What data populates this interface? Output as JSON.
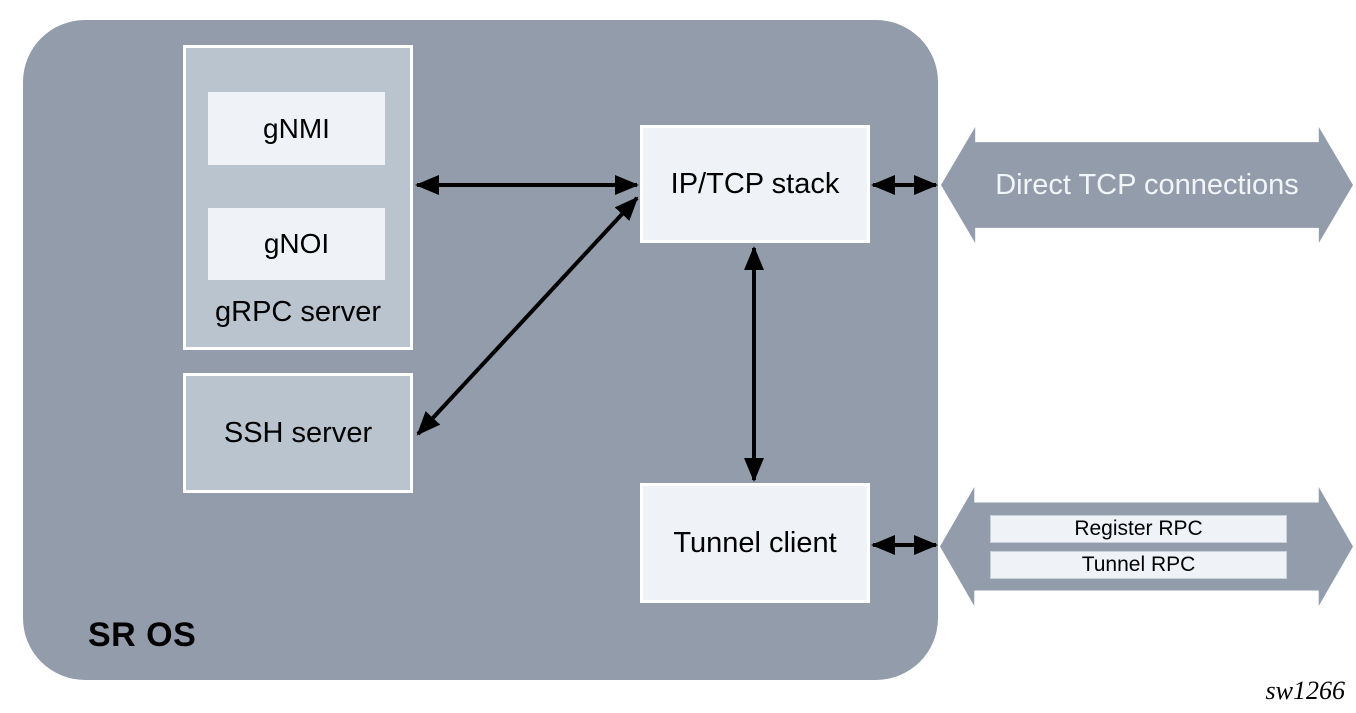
{
  "diagram": {
    "title": "SR OS",
    "watermark": "sw1266",
    "boxes": {
      "grpc_server": {
        "label": "gRPC server",
        "modules": [
          {
            "label": "gNMI"
          },
          {
            "label": "gNOI"
          }
        ]
      },
      "ssh_server": {
        "label": "SSH server"
      },
      "ip_tcp_stack": {
        "label": "IP/TCP stack"
      },
      "tunnel_client": {
        "label": "Tunnel client"
      }
    },
    "external": {
      "direct_tcp": {
        "label": "Direct TCP connections"
      },
      "tunnel_rpcs": [
        {
          "label": "Register RPC"
        },
        {
          "label": "Tunnel RPC"
        }
      ]
    },
    "colors": {
      "container_gray": "#929CAB",
      "module_box_gray": "#BAC4CE",
      "light_box": "#EFF3F7",
      "connector_black": "#000000",
      "arrow_label_white": "#F2F5F8"
    }
  }
}
